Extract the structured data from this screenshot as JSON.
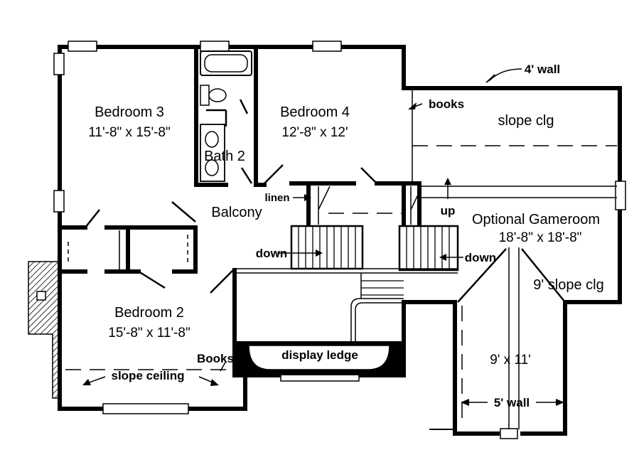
{
  "labels": {
    "bedroom3": "Bedroom 3",
    "bedroom3_dim": "11'-8\" x 15'-8\"",
    "bedroom4": "Bedroom 4",
    "bedroom4_dim": "12'-8\" x 12'",
    "bath2": "Bath 2",
    "balcony": "Balcony",
    "linen": "linen",
    "down1": "down",
    "down2": "down",
    "up": "up",
    "books1": "books",
    "books2": "Books",
    "wall4": "4' wall",
    "wall5": "5' wall",
    "slope_clg": "slope clg",
    "gameroom": "Optional Gameroom",
    "gameroom_dim": "18'-8\" x 18'-8\"",
    "slope9": "9' slope clg",
    "nook_dim": "9' x 11'",
    "bedroom2": "Bedroom 2",
    "bedroom2_dim": "15'-8\" x 11'-8\"",
    "slope_ceiling": "slope ceiling",
    "display_ledge": "display ledge"
  },
  "colors": {
    "line": "#000000",
    "background": "#ffffff"
  }
}
